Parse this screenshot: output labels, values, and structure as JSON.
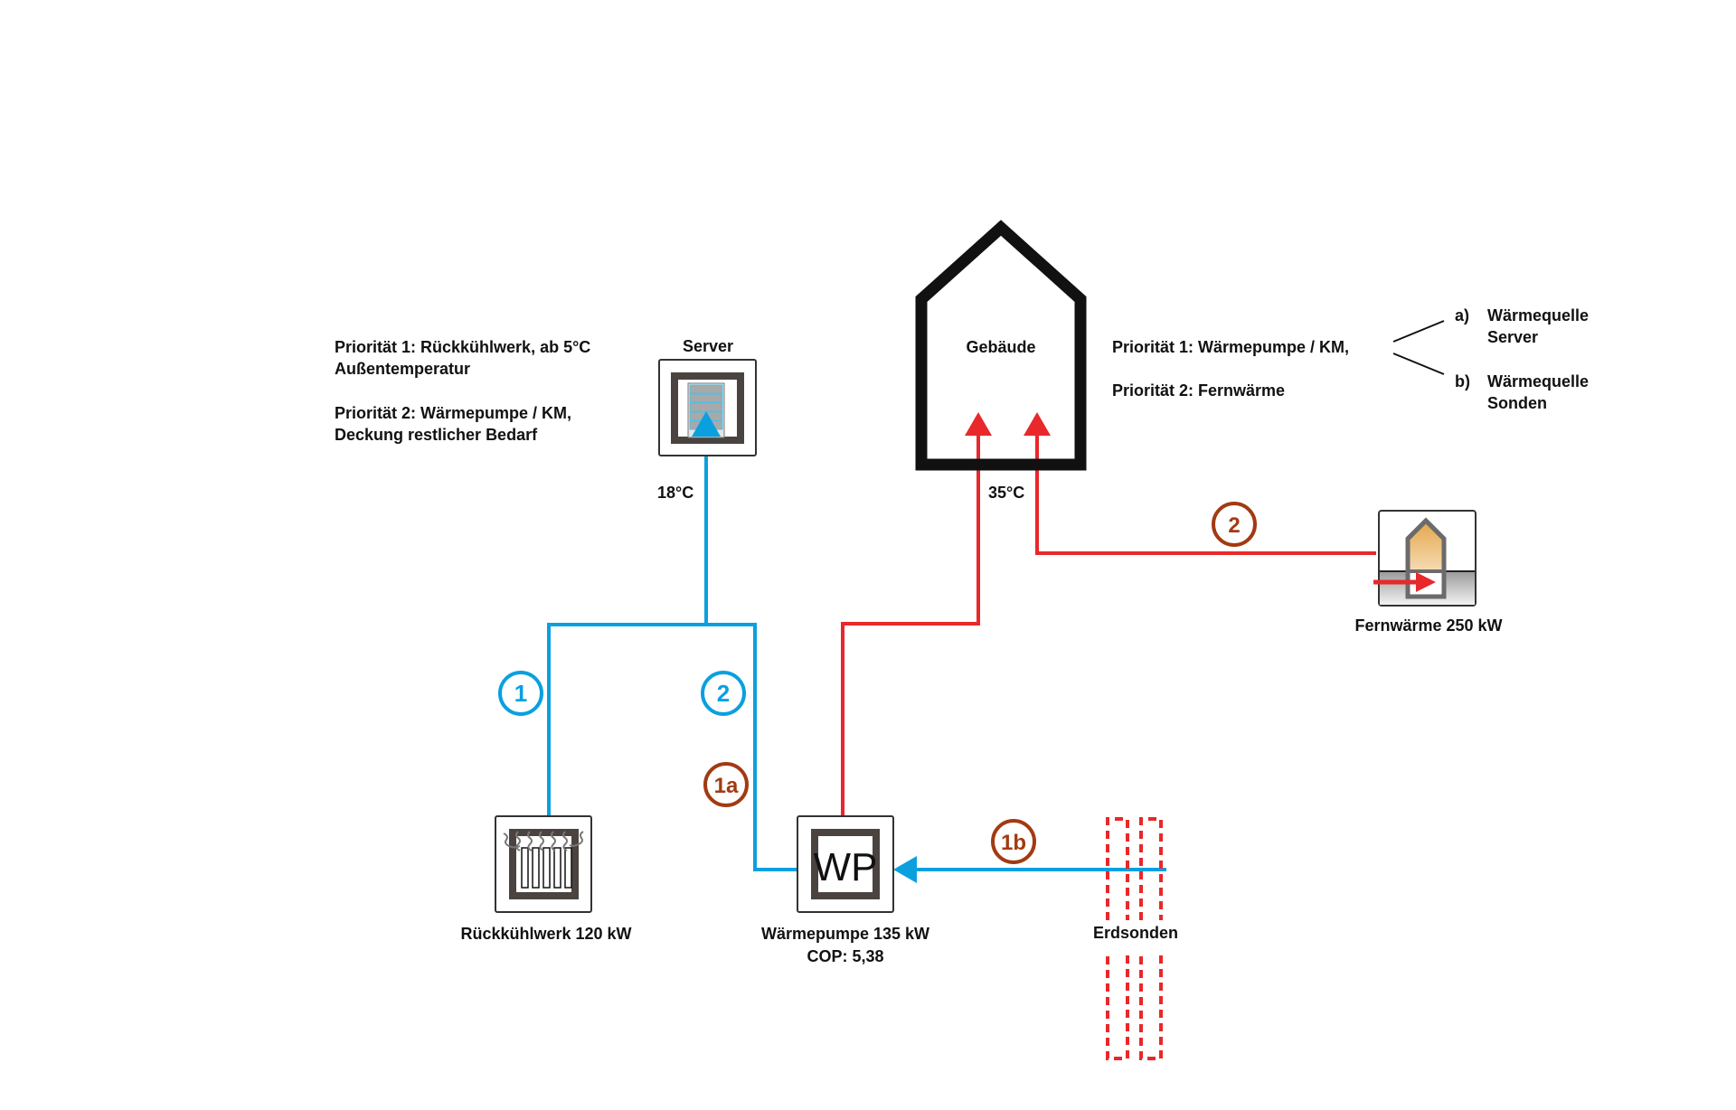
{
  "colors": {
    "cold_pipe": "#0aa0e0",
    "hot_pipe": "#e8282a",
    "marker_brown": "#a23a12",
    "outline": "#111111",
    "frame": "#4a4340"
  },
  "left_priorities": {
    "line1": "Priorität 1: Rückkühlwerk, ab 5°C",
    "line2": "Außentemperatur",
    "line3": "Priorität 2: Wärmepumpe / KM,",
    "line4": "Deckung restlicher Bedarf"
  },
  "right_priorities": {
    "line1": "Priorität 1: Wärmepumpe / KM,",
    "line2": "Priorität 2: Fernwärme",
    "option_a_marker": "a)",
    "option_a_line1": "Wärmequelle",
    "option_a_line2": "Server",
    "option_b_marker": "b)",
    "option_b_line1": "Wärmequelle",
    "option_b_line2": "Sonden"
  },
  "nodes": {
    "server": {
      "label": "Server",
      "icon": "server-rack-icon"
    },
    "building": {
      "label": "Gebäude",
      "icon": "house-icon"
    },
    "cooler": {
      "label": "Rückkühlwerk 120 kW",
      "icon": "cooling-tower-icon"
    },
    "heatpump": {
      "label": "Wärmepumpe 135 kW",
      "sublabel": "COP: 5,38",
      "glyph": "WP",
      "icon": "heat-pump-icon"
    },
    "district_heating": {
      "label": "Fernwärme 250 kW",
      "icon": "district-heating-icon"
    },
    "probes": {
      "label": "Erdsonden",
      "icon": "ground-probe-icon"
    }
  },
  "temperatures": {
    "server_supply": "18°C",
    "building_supply": "35°C"
  },
  "markers": {
    "cold_1": "1",
    "cold_2": "2",
    "hot_1a": "1a",
    "hot_1b": "1b",
    "hot_2": "2"
  }
}
